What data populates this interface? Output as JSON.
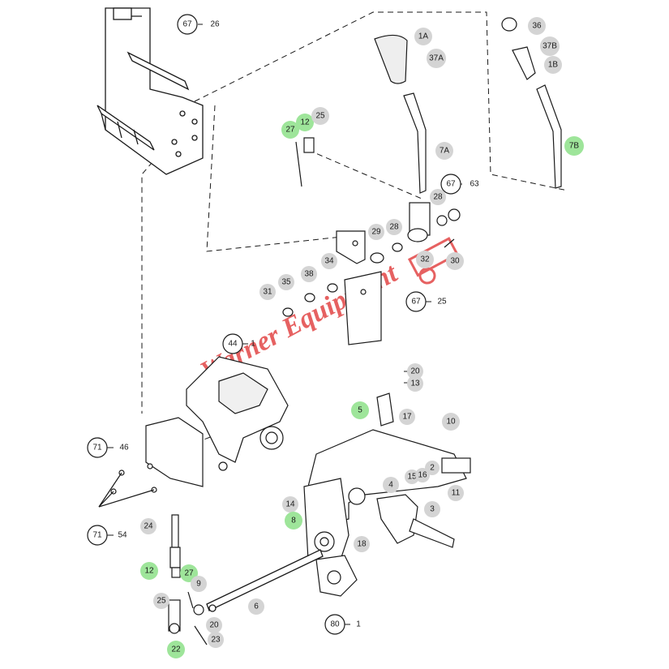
{
  "colors": {
    "grey_bubble": "#d4d4d4",
    "green_bubble": "#9ee59a",
    "line": "#1a1a1a",
    "watermark": "#e03a3a"
  },
  "watermark": {
    "text": "Warner Equipment",
    "icon": "tractor-logo"
  },
  "callouts": {
    "c36": "36",
    "c1A": "1A",
    "c37A": "37A",
    "c37B": "37B",
    "c1B": "1B",
    "c7B": "7B",
    "c7A": "7A",
    "c27a": "27",
    "c12a": "12",
    "c25a": "25",
    "c67a": "67",
    "c26": "26",
    "c67b": "67",
    "c63": "63",
    "c67c": "67",
    "c25b": "25",
    "c28a": "28",
    "c29": "29",
    "c28b": "28",
    "c32": "32",
    "c30": "30",
    "c31": "31",
    "c35": "35",
    "c38": "38",
    "c34": "34",
    "c44": "44",
    "c1a": "1",
    "c20a": "20",
    "c13": "13",
    "c5": "5",
    "c17": "17",
    "c10": "10",
    "c71a": "71",
    "c46": "46",
    "c71b": "71",
    "c54": "54",
    "c15": "15",
    "c16": "16",
    "c2": "2",
    "c11": "11",
    "c4": "4",
    "c3": "3",
    "c14": "14",
    "c8": "8",
    "c18": "18",
    "c24": "24",
    "c12b": "12",
    "c27b": "27",
    "c9": "9",
    "c25c": "25",
    "c6": "6",
    "c20b": "20",
    "c23": "23",
    "c22": "22",
    "c80": "80",
    "c1b": "1"
  }
}
